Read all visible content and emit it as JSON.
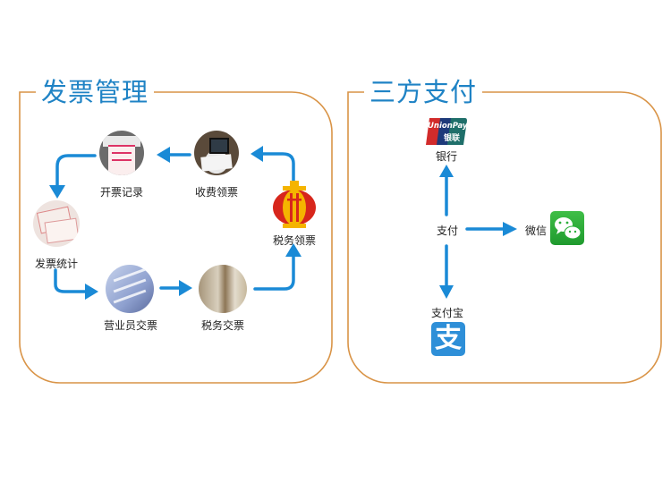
{
  "colors": {
    "frame": "#d99447",
    "title": "#1f83c5",
    "arrow": "#1a8ad6",
    "wechat": "#2aae3a",
    "alipay": "#2e8fd8",
    "tax_red": "#d7261c",
    "tax_gold": "#f5b400"
  },
  "invoice_panel": {
    "title": "发票管理",
    "nodes": [
      {
        "id": "tax-issue",
        "label": "税务领票",
        "icon": "tax-emblem-icon"
      },
      {
        "id": "collect",
        "label": "收费领票",
        "icon": "cashier-photo"
      },
      {
        "id": "record",
        "label": "开票记录",
        "icon": "printer-photo"
      },
      {
        "id": "stats",
        "label": "发票统计",
        "icon": "invoice-stack-photo"
      },
      {
        "id": "clerk-submit",
        "label": "营业员交票",
        "icon": "documents-photo"
      },
      {
        "id": "tax-submit",
        "label": "税务交票",
        "icon": "files-photo"
      }
    ]
  },
  "payment_panel": {
    "title": "三方支付",
    "center_label": "支付",
    "bank": {
      "label": "银行",
      "logo_text_top": "UnionPay",
      "logo_text_bottom": "银联"
    },
    "wechat": {
      "label": "微信"
    },
    "alipay": {
      "label": "支付宝",
      "logo_glyph": "支"
    }
  }
}
